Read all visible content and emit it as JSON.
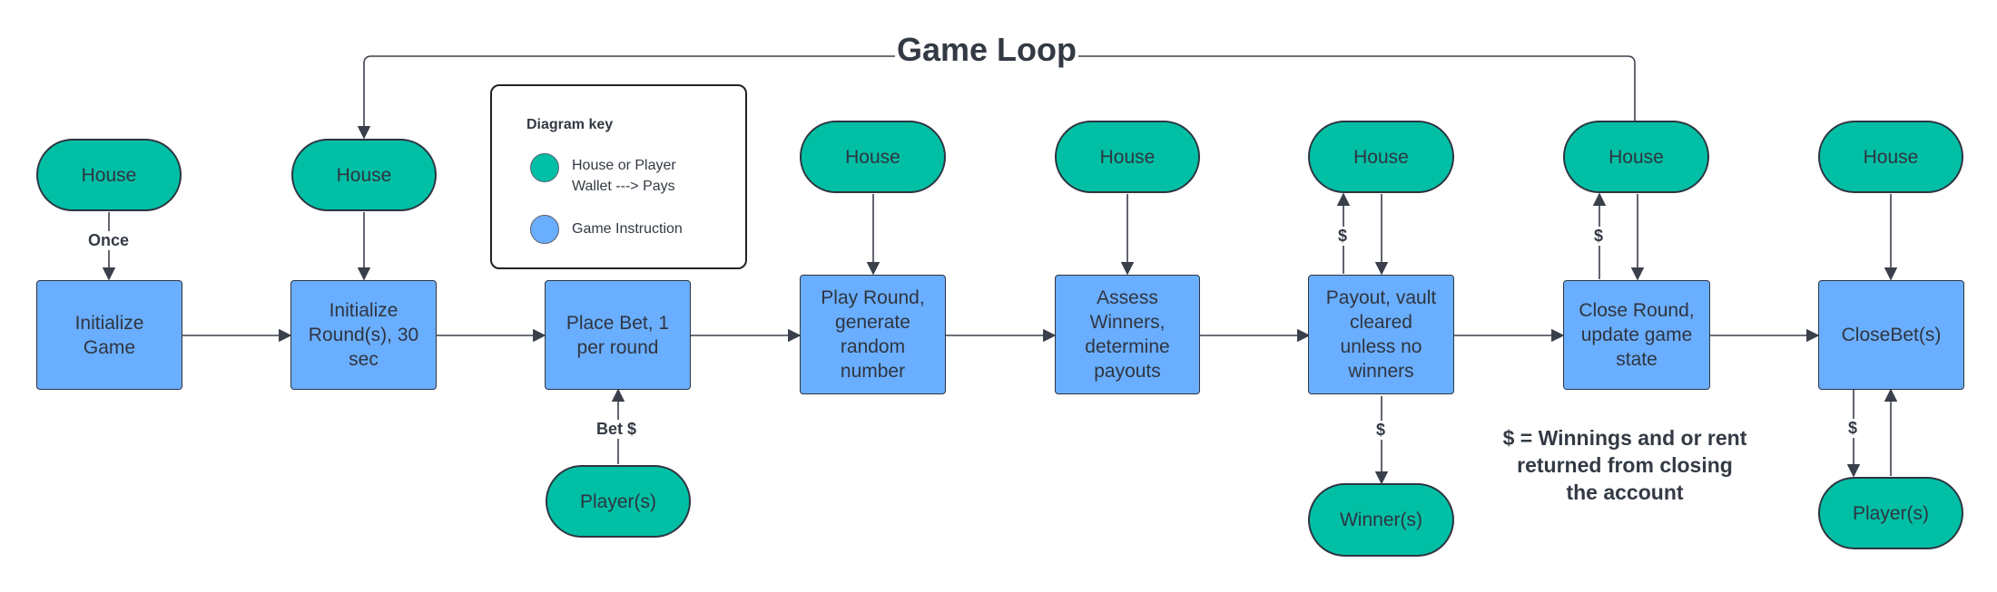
{
  "title": "Game Loop",
  "colors": {
    "wallet": "#00bfa5",
    "instruction": "#6aaeff",
    "stroke": "#2e3440"
  },
  "key": {
    "title": "Diagram key",
    "wallet_text": "House or Player Wallet ---> Pays",
    "instruction_text": "Game Instruction"
  },
  "wallets": {
    "house1": "House",
    "house2": "House",
    "house3": "House",
    "house4": "House",
    "house5": "House",
    "house6": "House",
    "house7": "House",
    "players1": "Player(s)",
    "winners": "Winner(s)",
    "players2": "Player(s)"
  },
  "steps": {
    "s1": "Initialize Game",
    "s2": "Initialize Round(s), 30 sec",
    "s3": "Place Bet, 1 per round",
    "s4": "Play Round, generate random number",
    "s5": "Assess Winners, determine payouts",
    "s6": "Payout, vault cleared unless no winners",
    "s7": "Close Round, update game state",
    "s8": "CloseBet(s)"
  },
  "edge_labels": {
    "once": "Once",
    "bet": "Bet $",
    "dollar": "$"
  },
  "note": "$ = Winnings and or rent returned from closing the account"
}
